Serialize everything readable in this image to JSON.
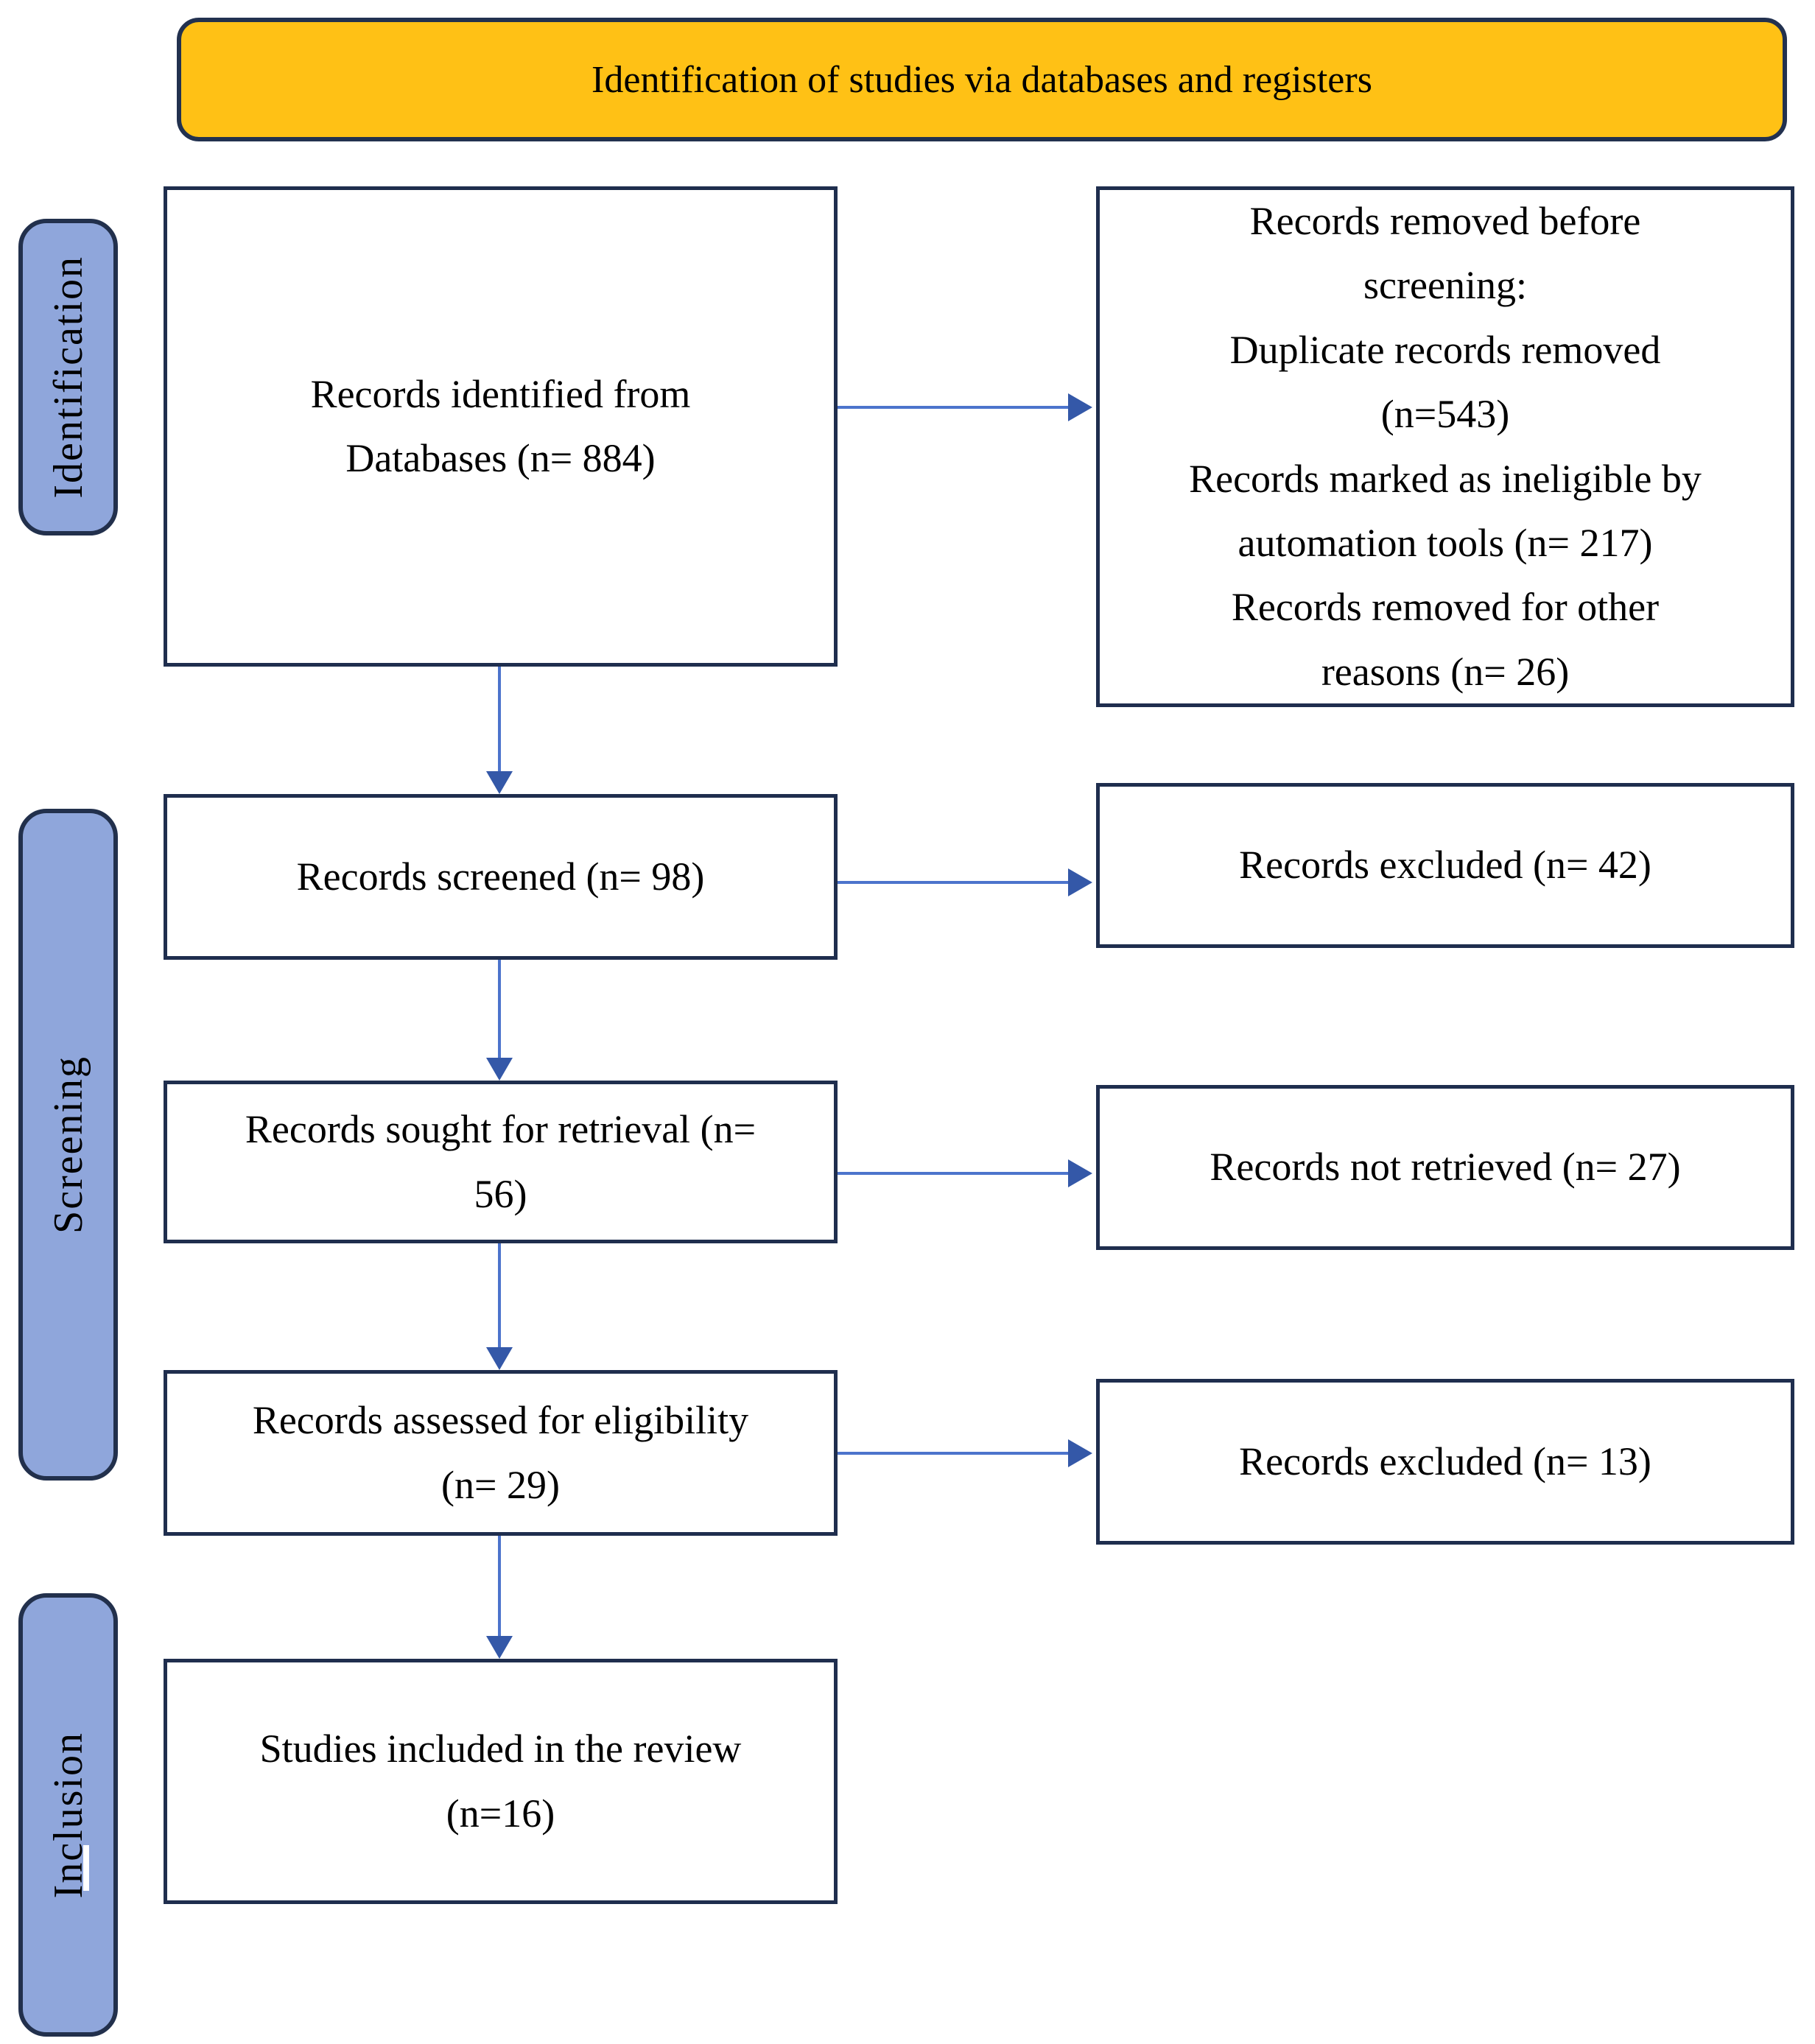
{
  "header": {
    "label": "Identification of studies via databases and registers"
  },
  "sidebar": {
    "items": [
      {
        "label": "Identification"
      },
      {
        "label": "Screening"
      },
      {
        "label": "Inclusion"
      }
    ]
  },
  "flow": {
    "left": [
      {
        "label": "Records identified from\nDatabases (n= 884)"
      },
      {
        "label": "Records screened (n= 98)"
      },
      {
        "label": "Records sought for retrieval (n=\n56)"
      },
      {
        "label": "Records assessed for eligibility\n(n= 29)"
      },
      {
        "label": "Studies included in the review\n(n=16)"
      }
    ],
    "right": [
      {
        "label": "Records removed before\nscreening:\nDuplicate records removed\n(n=543)\nRecords marked as ineligible by\nautomation tools (n= 217)\nRecords removed for other\nreasons (n= 26)"
      },
      {
        "label": "Records excluded (n= 42)"
      },
      {
        "label": "Records not retrieved (n= 27)"
      },
      {
        "label": "Records excluded (n= 13)"
      }
    ]
  },
  "colors": {
    "banner_fill": "#FFC115",
    "stage_fill": "#8FA6DB",
    "box_border": "#1F2E4E",
    "arrow_line": "#4C74CC",
    "arrow_head": "#3458A8"
  }
}
